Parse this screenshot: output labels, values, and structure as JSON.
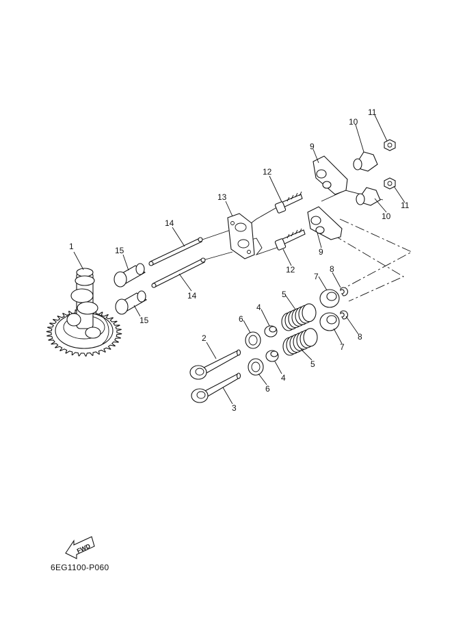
{
  "diagram": {
    "figure_code": "6EG1100-P060",
    "fwd_label": "FWD",
    "callouts": [
      {
        "id": "c1",
        "text": "1"
      },
      {
        "id": "c2",
        "text": "2"
      },
      {
        "id": "c3",
        "text": "3"
      },
      {
        "id": "c4a",
        "text": "4"
      },
      {
        "id": "c4b",
        "text": "4"
      },
      {
        "id": "c5a",
        "text": "5"
      },
      {
        "id": "c5b",
        "text": "5"
      },
      {
        "id": "c6a",
        "text": "6"
      },
      {
        "id": "c6b",
        "text": "6"
      },
      {
        "id": "c7a",
        "text": "7"
      },
      {
        "id": "c7b",
        "text": "7"
      },
      {
        "id": "c8a",
        "text": "8"
      },
      {
        "id": "c8b",
        "text": "8"
      },
      {
        "id": "c9a",
        "text": "9"
      },
      {
        "id": "c9b",
        "text": "9"
      },
      {
        "id": "c10a",
        "text": "10"
      },
      {
        "id": "c10b",
        "text": "10"
      },
      {
        "id": "c11a",
        "text": "11"
      },
      {
        "id": "c11b",
        "text": "11"
      },
      {
        "id": "c12a",
        "text": "12"
      },
      {
        "id": "c12b",
        "text": "12"
      },
      {
        "id": "c13",
        "text": "13"
      },
      {
        "id": "c14a",
        "text": "14"
      },
      {
        "id": "c14b",
        "text": "14"
      },
      {
        "id": "c15a",
        "text": "15"
      },
      {
        "id": "c15b",
        "text": "15"
      }
    ]
  }
}
